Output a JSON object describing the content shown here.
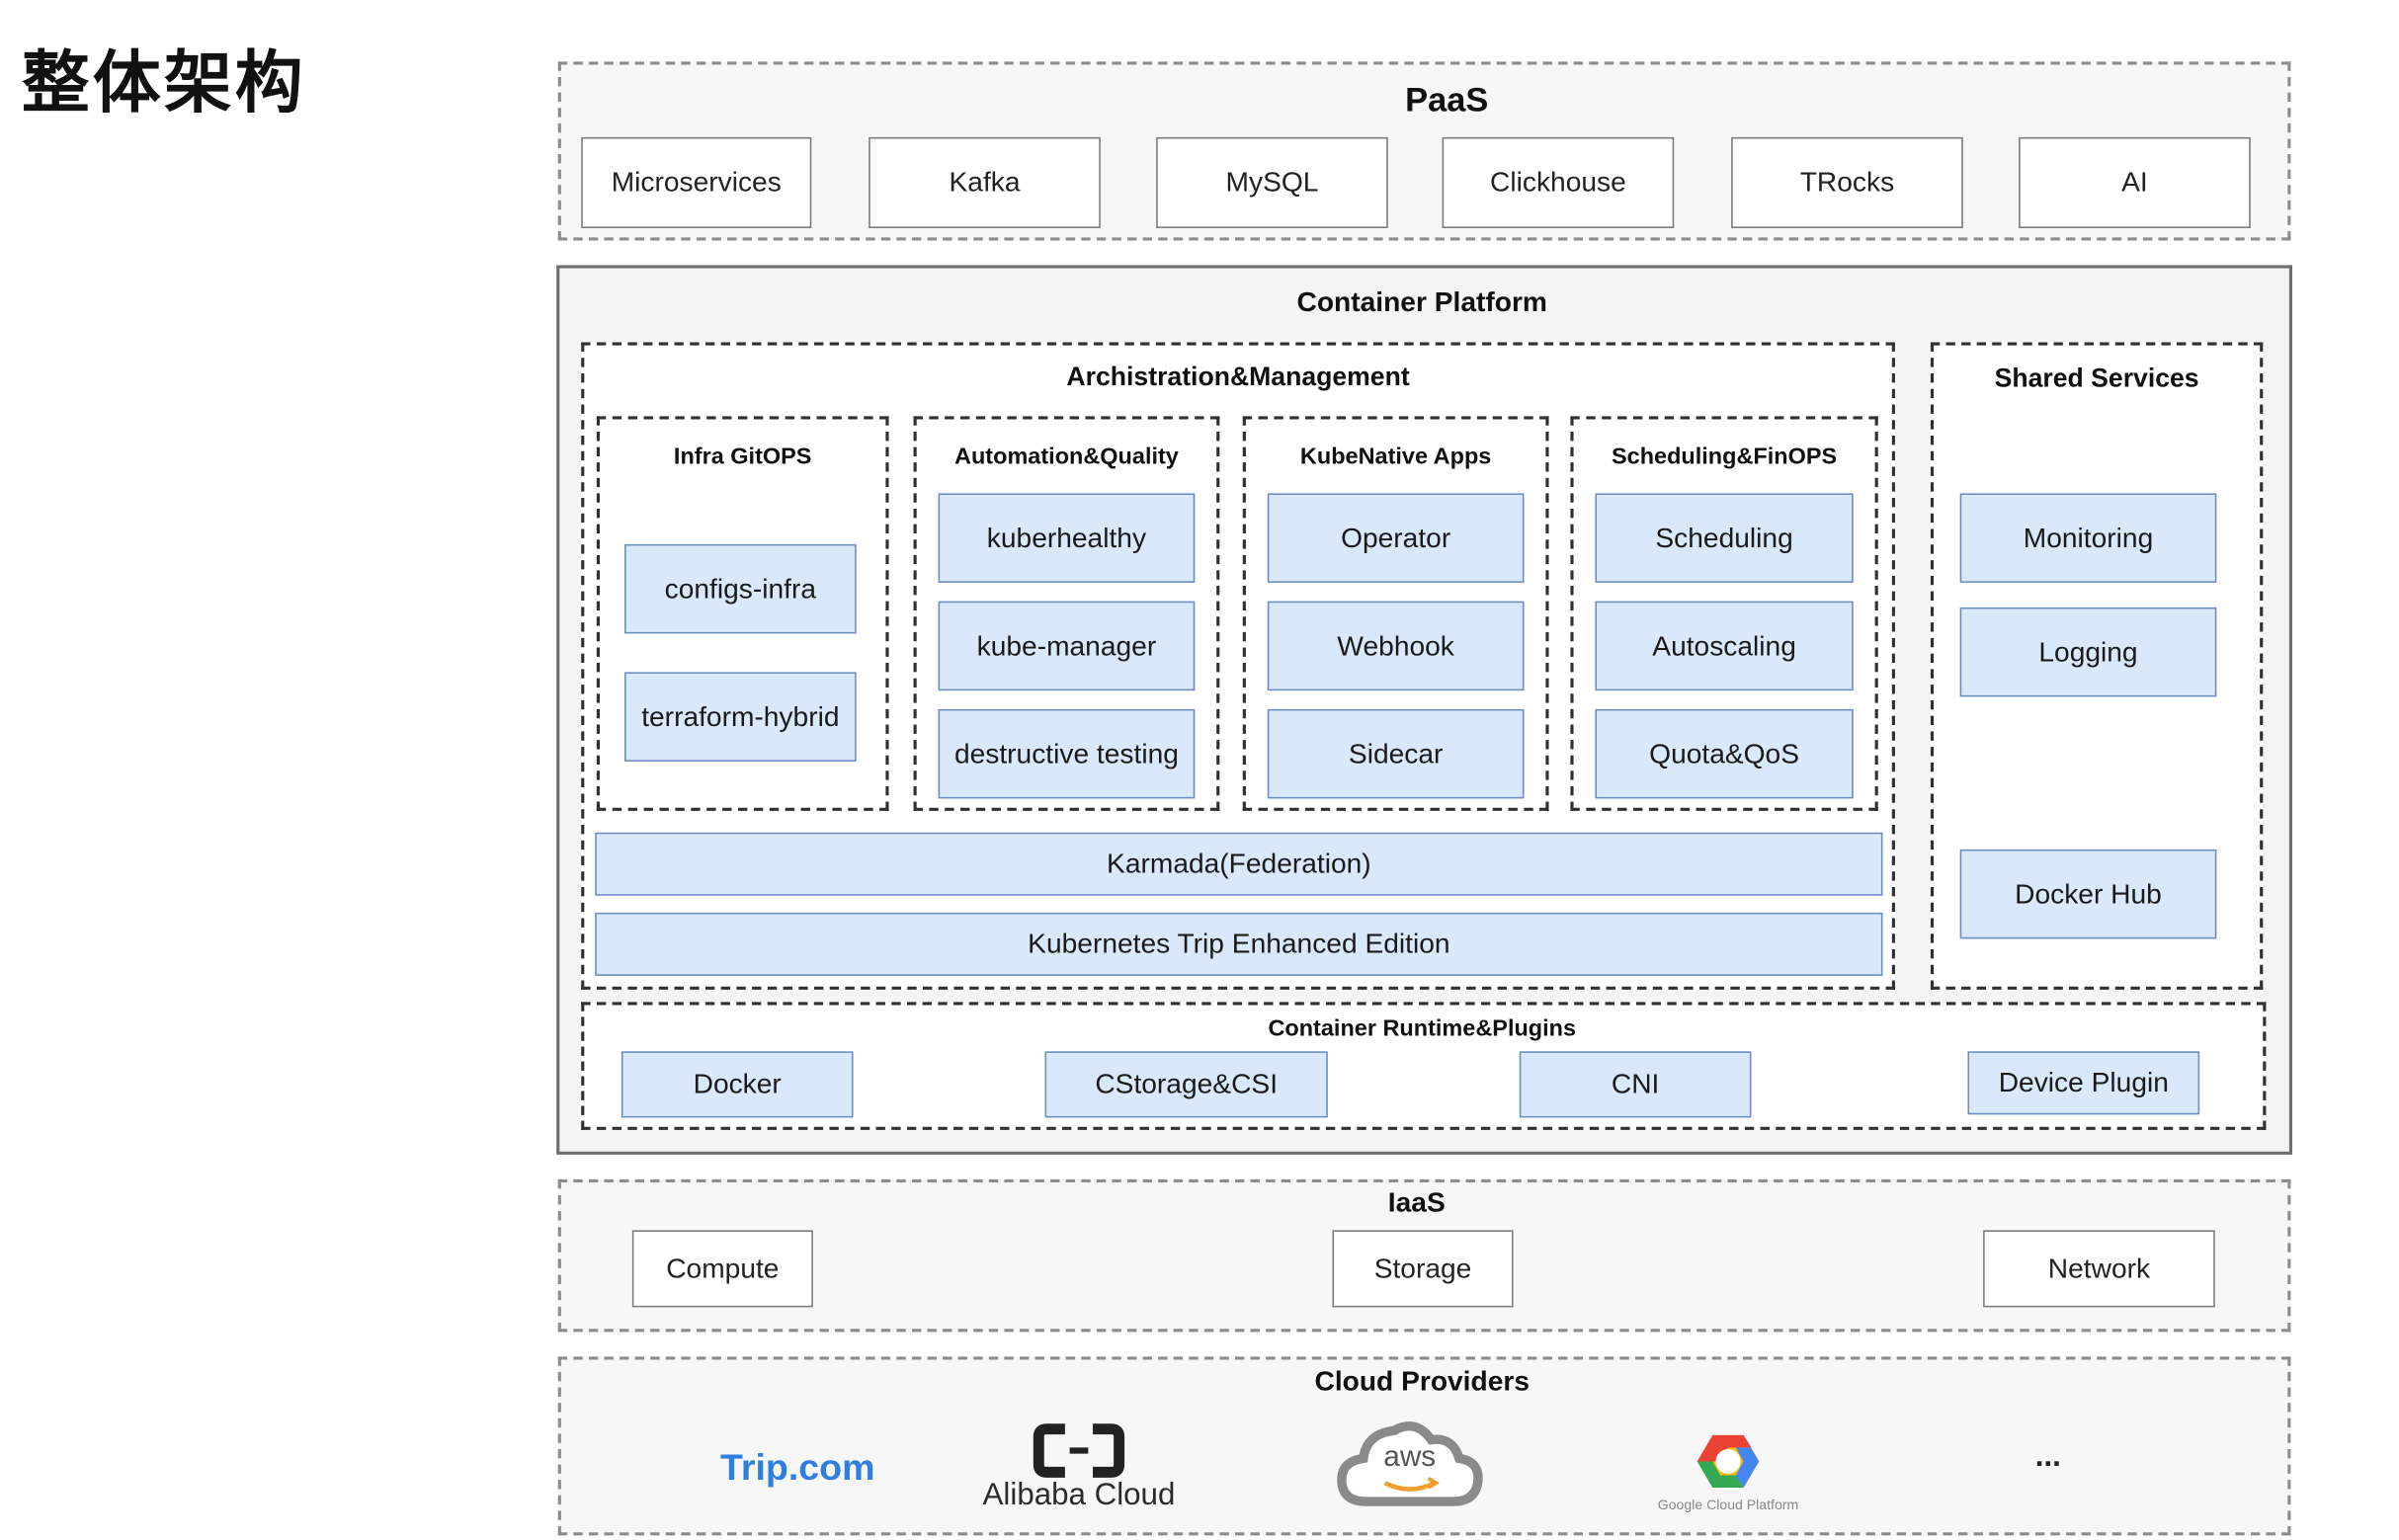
{
  "page_title": "整体架构",
  "paas": {
    "title": "PaaS",
    "items": [
      "Microservices",
      "Kafka",
      "MySQL",
      "Clickhouse",
      "TRocks",
      "AI"
    ]
  },
  "container_platform": {
    "title": "Container Platform",
    "archistration": {
      "title": "Archistration&Management",
      "groups": [
        {
          "title": "Infra GitOPS",
          "items": [
            "configs-infra",
            "terraform-hybrid"
          ]
        },
        {
          "title": "Automation&Quality",
          "items": [
            "kuberhealthy",
            "kube-manager",
            "destructive testing"
          ]
        },
        {
          "title": "KubeNative Apps",
          "items": [
            "Operator",
            "Webhook",
            "Sidecar"
          ]
        },
        {
          "title": "Scheduling&FinOPS",
          "items": [
            "Scheduling",
            "Autoscaling",
            "Quota&QoS"
          ]
        }
      ],
      "federation": "Karmada(Federation)",
      "kubernetes": "Kubernetes Trip Enhanced Edition"
    },
    "shared_services": {
      "title": "Shared Services",
      "items": [
        "Monitoring",
        "Logging",
        "Docker Hub"
      ]
    },
    "runtime": {
      "title": "Container Runtime&Plugins",
      "items": [
        "Docker",
        "CStorage&CSI",
        "CNI",
        "Device Plugin"
      ]
    }
  },
  "iaas": {
    "title": "IaaS",
    "items": [
      "Compute",
      "Storage",
      "Network"
    ]
  },
  "cloud_providers": {
    "title": "Cloud Providers",
    "logos": {
      "trip": {
        "text": "Trip.com",
        "color": "#2f7fe0"
      },
      "alibaba": {
        "text": "Alibaba Cloud",
        "color": "#2b2b2b"
      },
      "aws": {
        "text": "aws",
        "color": "#555555"
      },
      "google": {
        "text": "Google Cloud Platform",
        "color": "#888888"
      }
    },
    "more": "..."
  }
}
